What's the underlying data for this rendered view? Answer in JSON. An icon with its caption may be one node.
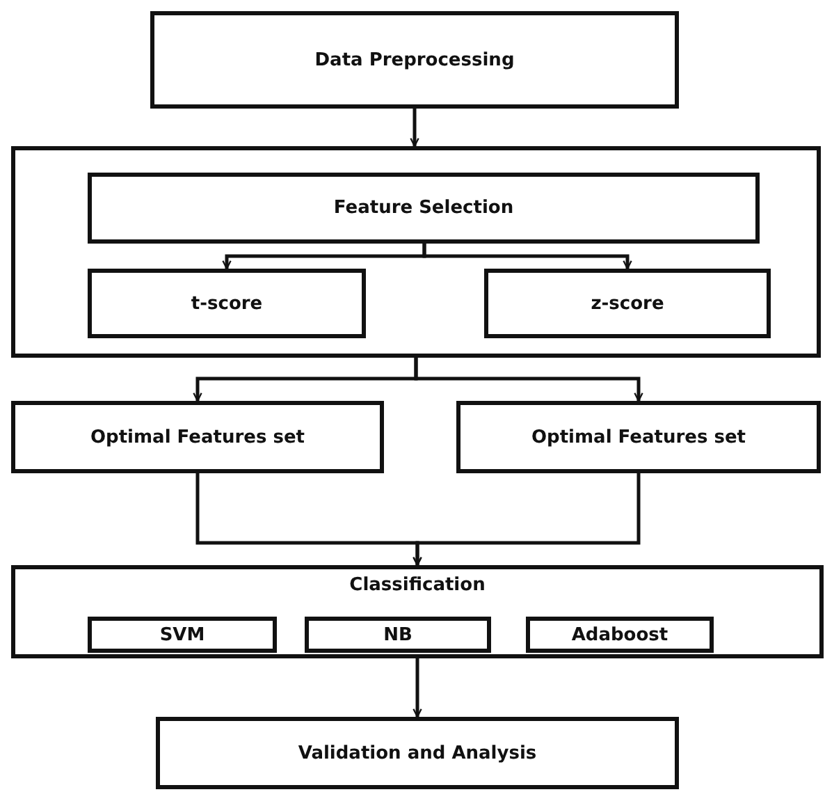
{
  "diagram": {
    "nodes": [
      {
        "text": [
          "Data Preprocessing"
        ]
      },
      {
        "text": [],
        "shape": "box"
      },
      {
        "text": [
          "Feature Selection"
        ],
        "in": 1
      },
      {
        "text": [
          "t-score"
        ],
        "in": 1
      },
      {
        "text": [
          "z-score"
        ],
        "in": 1
      },
      {
        "text": [
          "Optimal Features set"
        ]
      },
      {
        "text": [
          "Optimal Features set"
        ]
      },
      {
        "text": [
          "Classification"
        ]
      },
      {
        "text": [
          "SVM"
        ],
        "in": 7
      },
      {
        "text": [
          "NB"
        ],
        "in": 7
      },
      {
        "text": [
          "Adaboost"
        ],
        "in": 7
      },
      {
        "text": [
          "Validation and Analysis"
        ]
      }
    ],
    "edges": [
      {
        "from": 0,
        "to": 1,
        "arrow": "to"
      },
      {
        "from": 2,
        "to": 3,
        "arrow": "to"
      },
      {
        "from": 2,
        "to": 4,
        "arrow": "to"
      },
      {
        "from": 1,
        "to": 5,
        "arrow": "to"
      },
      {
        "from": 1,
        "to": 6,
        "arrow": "to"
      },
      {
        "from": 5,
        "to": 7,
        "arrow": "to"
      },
      {
        "from": 6,
        "to": 7,
        "arrow": "to"
      },
      {
        "from": 7,
        "to": 11,
        "arrow": "to"
      }
    ]
  }
}
